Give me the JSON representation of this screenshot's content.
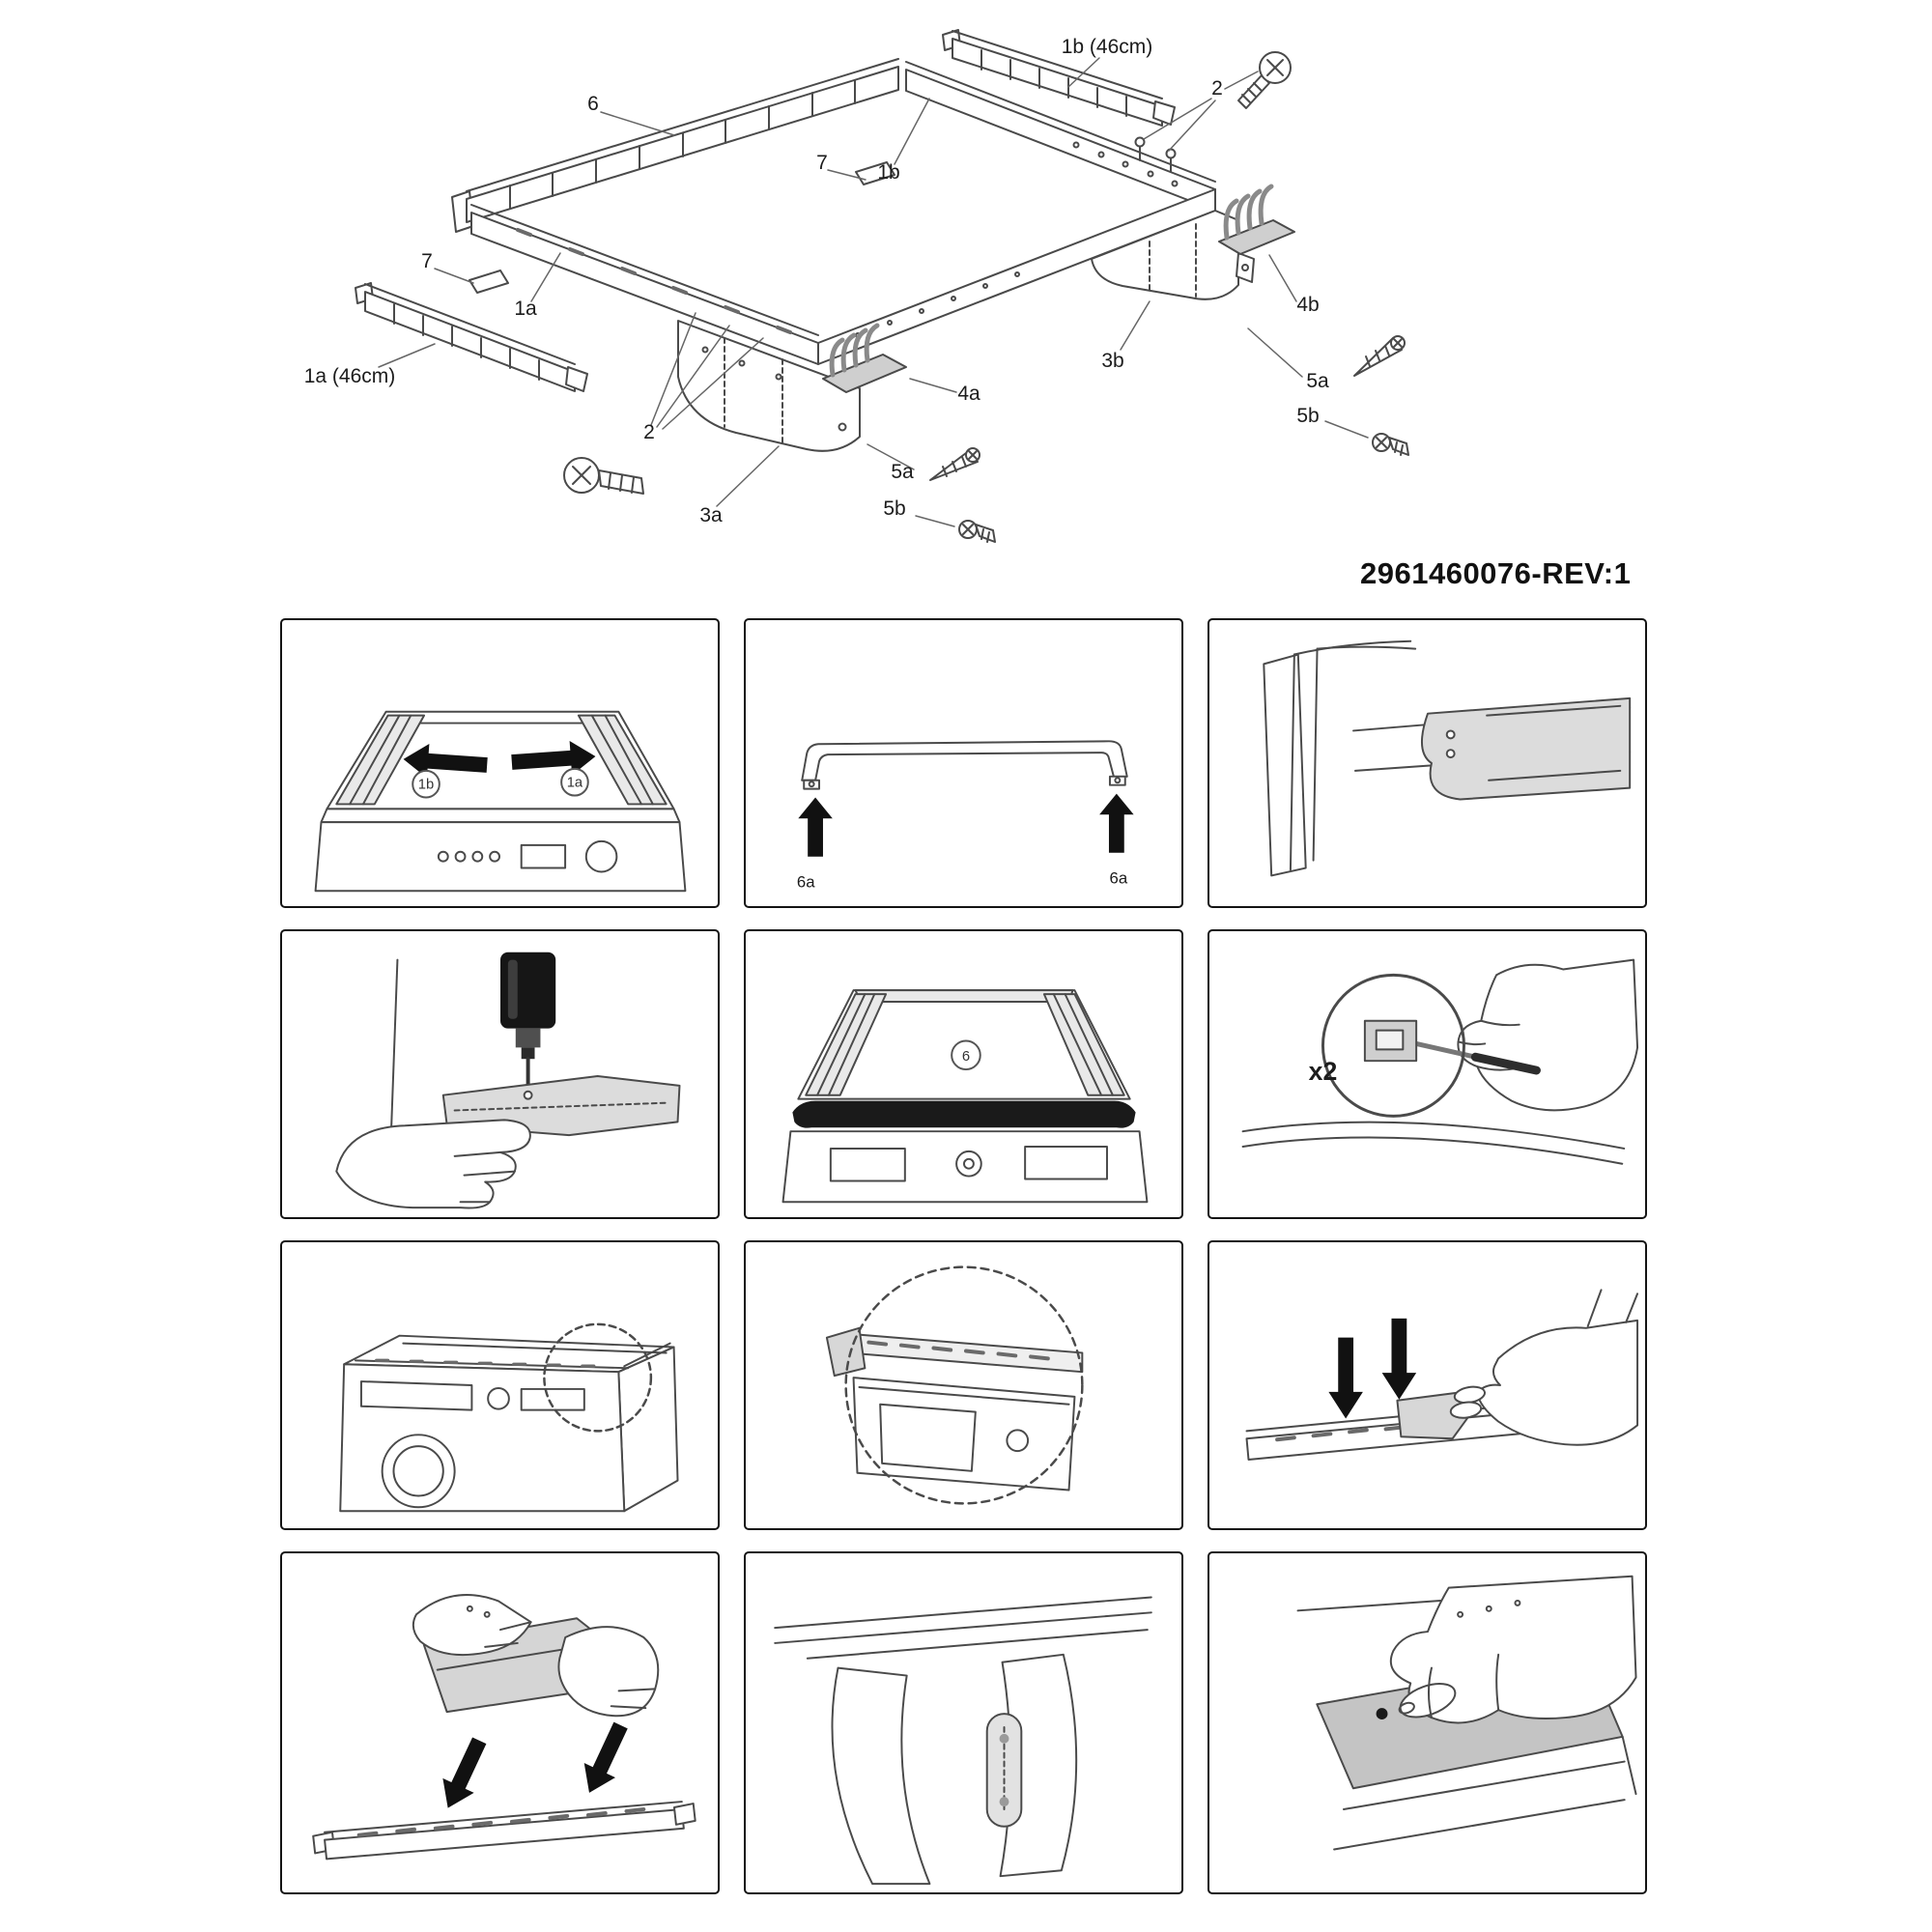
{
  "doc": {
    "revision_code": "2961460076-REV:1"
  },
  "exploded": {
    "labels": {
      "part_6": "6",
      "clip_7_top": "7",
      "rail_1b": "1b",
      "rail_1b_ext": "1b (46cm)",
      "screws_2_right": "2",
      "clip_7_left": "7",
      "rail_1a": "1a",
      "rail_1a_ext": "1a (46cm)",
      "screws_2_left": "2",
      "panel_3a": "3a",
      "bracket_4a": "4a",
      "screw_5a_left": "5a",
      "screw_5b_left": "5b",
      "panel_3b": "3b",
      "bracket_4b": "4b",
      "screw_5a_right": "5a",
      "screw_5b_right": "5b"
    }
  },
  "steps": {
    "slide_rails": {
      "left": "1b",
      "right": "1a"
    },
    "trim_clips": {
      "left": "6a",
      "right": "6a"
    },
    "trim_installed": {
      "part": "6"
    },
    "screw_count": {
      "times": "x2"
    }
  }
}
